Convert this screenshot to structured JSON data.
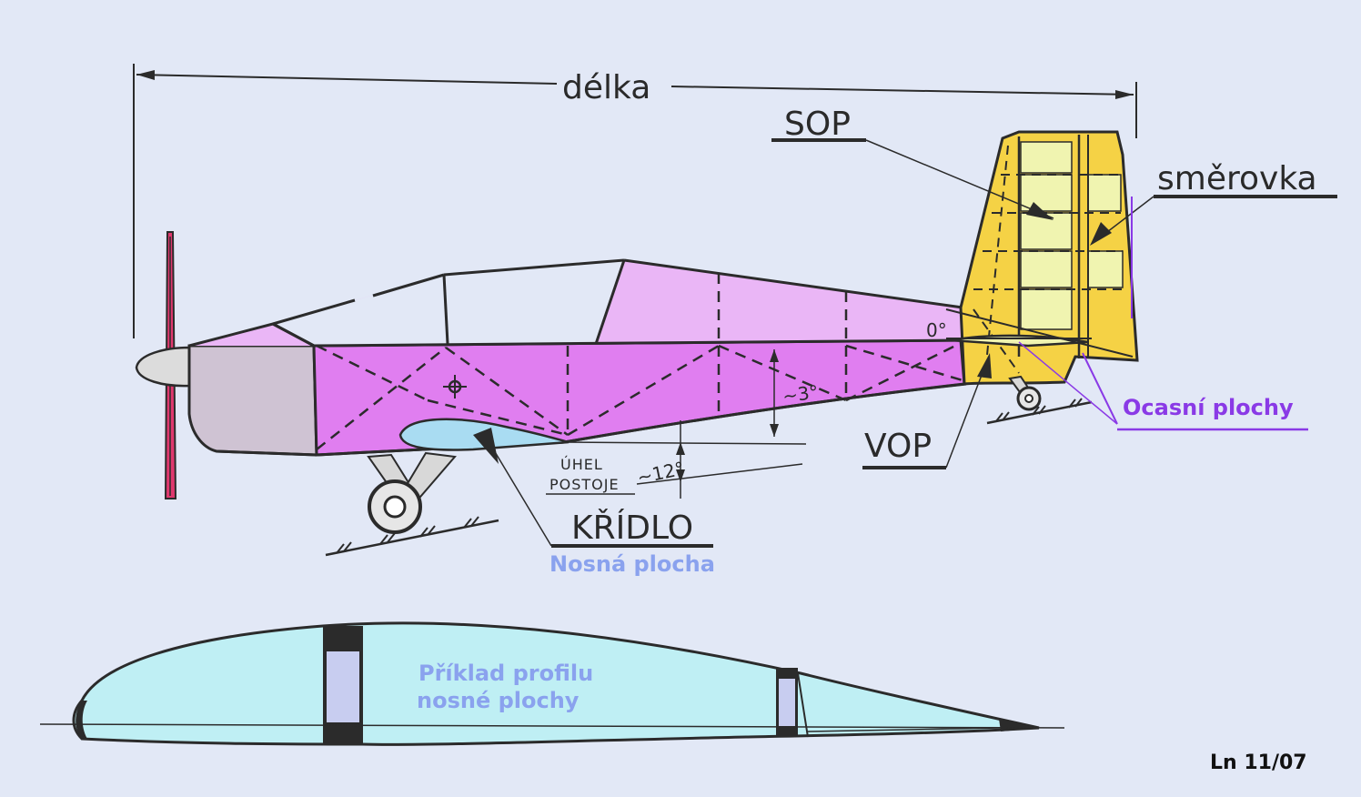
{
  "labels": {
    "length": "délka",
    "sop": "SOP",
    "rudder": "směrovka",
    "tail_surfaces": "Ocasní  plochy",
    "vop": "VOP",
    "wing": "KŘÍDLO",
    "lifting_surface": "Nosná  plocha",
    "stance_angle_line1": "ÚHEL",
    "stance_angle_line2": "POSTOJE",
    "stance_angle_value": "~12°",
    "fuselage_angle": "~3°",
    "zero_angle": "0°",
    "profile_line1": "Příklad profilu",
    "profile_line2": "nosné plochy",
    "reference": "Ln  11/07"
  },
  "colors": {
    "background": "#e2e8f6",
    "fuselage_magenta": "#e07ef0",
    "fuselage_pink": "#eab6f6",
    "engine_cowl": "#cfc3d3",
    "tail_yellow": "#f5d245",
    "tail_pale": "#f0f4b0",
    "wing_blue": "#a9dcf2",
    "profile_cyan": "#bfeff4",
    "spar": "#c8cdf0",
    "propeller": "#e0386e",
    "label_blue": "#8aa2ee",
    "label_purple": "#8a3ae6"
  }
}
